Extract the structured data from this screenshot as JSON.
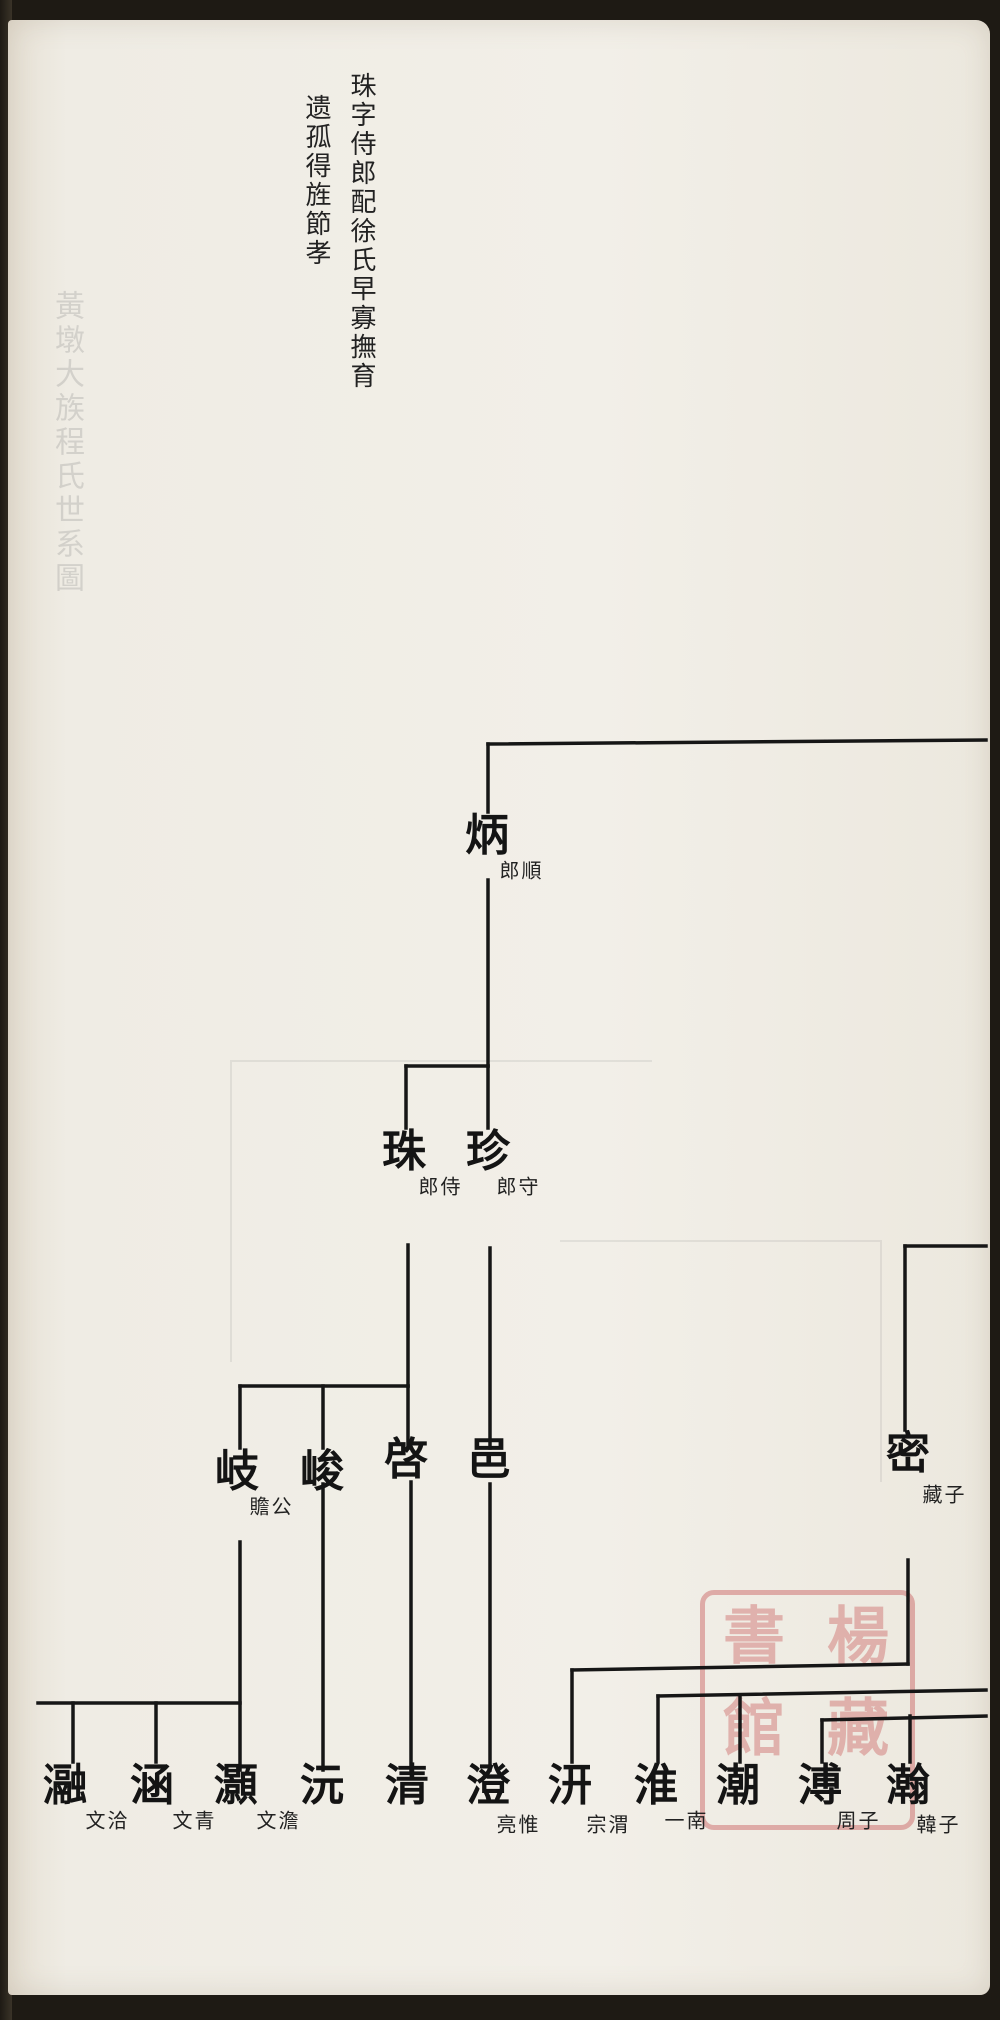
{
  "document": {
    "note_lines": [
      "珠字侍郎配徐氏早寡撫育",
      "遗孤得旌節孝"
    ],
    "bleed_through": [
      "黃墩大族程氏世系圖"
    ],
    "seal_chars": [
      "書",
      "館",
      "楊",
      "藏"
    ]
  },
  "genealogy": {
    "gen1": {
      "name": "炳",
      "courtesy": "順郎"
    },
    "gen2": [
      {
        "name": "珠",
        "courtesy": "侍郎"
      },
      {
        "name": "珍",
        "courtesy": "守郎"
      }
    ],
    "gen3": [
      {
        "name": "岐",
        "courtesy": "公贍"
      },
      {
        "name": "峻",
        "courtesy": ""
      },
      {
        "name": "啓",
        "courtesy": ""
      },
      {
        "name": "邑",
        "courtesy": ""
      },
      {
        "name": "密",
        "courtesy": "子藏"
      }
    ],
    "gen4": [
      {
        "name": "瀜",
        "courtesy": "洽文"
      },
      {
        "name": "涵",
        "courtesy": "青文"
      },
      {
        "name": "灝",
        "courtesy": "澹文"
      },
      {
        "name": "沅",
        "courtesy": ""
      },
      {
        "name": "清",
        "courtesy": ""
      },
      {
        "name": "澄",
        "courtesy": "惟亮"
      },
      {
        "name": "汧",
        "courtesy": "渭宗"
      },
      {
        "name": "淮",
        "courtesy": "南一"
      },
      {
        "name": "潮",
        "courtesy": ""
      },
      {
        "name": "溥",
        "courtesy": "子周"
      },
      {
        "name": "瀚",
        "courtesy": "子韓"
      }
    ]
  }
}
